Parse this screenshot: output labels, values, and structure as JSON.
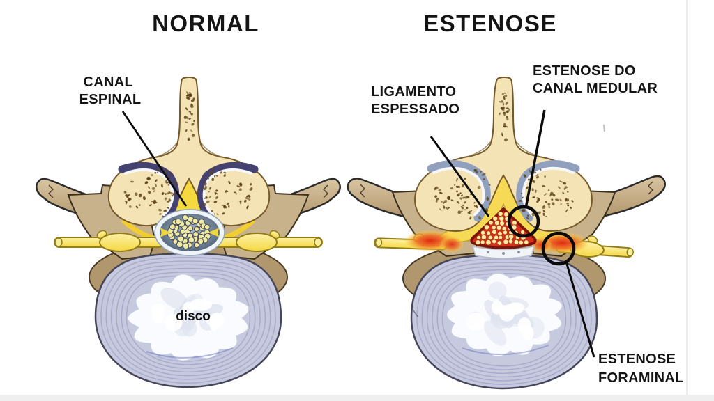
{
  "figure": {
    "type": "medical-diagram",
    "subject": "lumbar vertebra axial cross-section: normal vs spinal stenosis",
    "panels": [
      {
        "id": "normal",
        "title": "NORMAL",
        "labels": {
          "canal_espinal_line1": "CANAL",
          "canal_espinal_line2": "ESPINAL",
          "disc": "disco"
        }
      },
      {
        "id": "estenose",
        "title": "ESTENOSE",
        "labels": {
          "ligamento_line1": "LIGAMENTO",
          "ligamento_line2": "ESPESSADO",
          "canal_medular_line1": "ESTENOSE DO",
          "canal_medular_line2": "CANAL MEDULAR",
          "foraminal_line1": "ESTENOSE",
          "foraminal_line2": "FORAMINAL"
        }
      }
    ],
    "colors": {
      "background": "#FFFFFF",
      "text": "#141414",
      "bone": "#F4E3B4",
      "bone_outline": "#75592B",
      "speckle": "#5E451A",
      "tan": "#C8B28C",
      "tan_dark": "#B1976D",
      "tan_outline": "#33291A",
      "ligament_yellow": "#F6D83F",
      "ligament_yellow_big": "#F6DA55",
      "ligament_outline": "#C49F2A",
      "nerve_yellow": "#FBE15E",
      "nerve_outline": "#937D18",
      "lining_navy": "#454272",
      "lining_gray": "#91A0BC",
      "lining_white": "#F5F7FA",
      "sac_rim": "#EFF4F9",
      "sac_dot": "#F0E9A6",
      "canal_red": "#D6301C",
      "canal_red_border": "#7C150B",
      "canal_red_dot": "#FFE9A4",
      "inflammation": "#E6381C",
      "disc_annulus": "#C7C9DE",
      "disc_ring": "#A3A6C8",
      "disc_outline": "#45465A",
      "nucleus": "#FAFBFE",
      "nucleus_shadow": "#DFE3EF",
      "annotation": "#0B0B0B"
    }
  }
}
